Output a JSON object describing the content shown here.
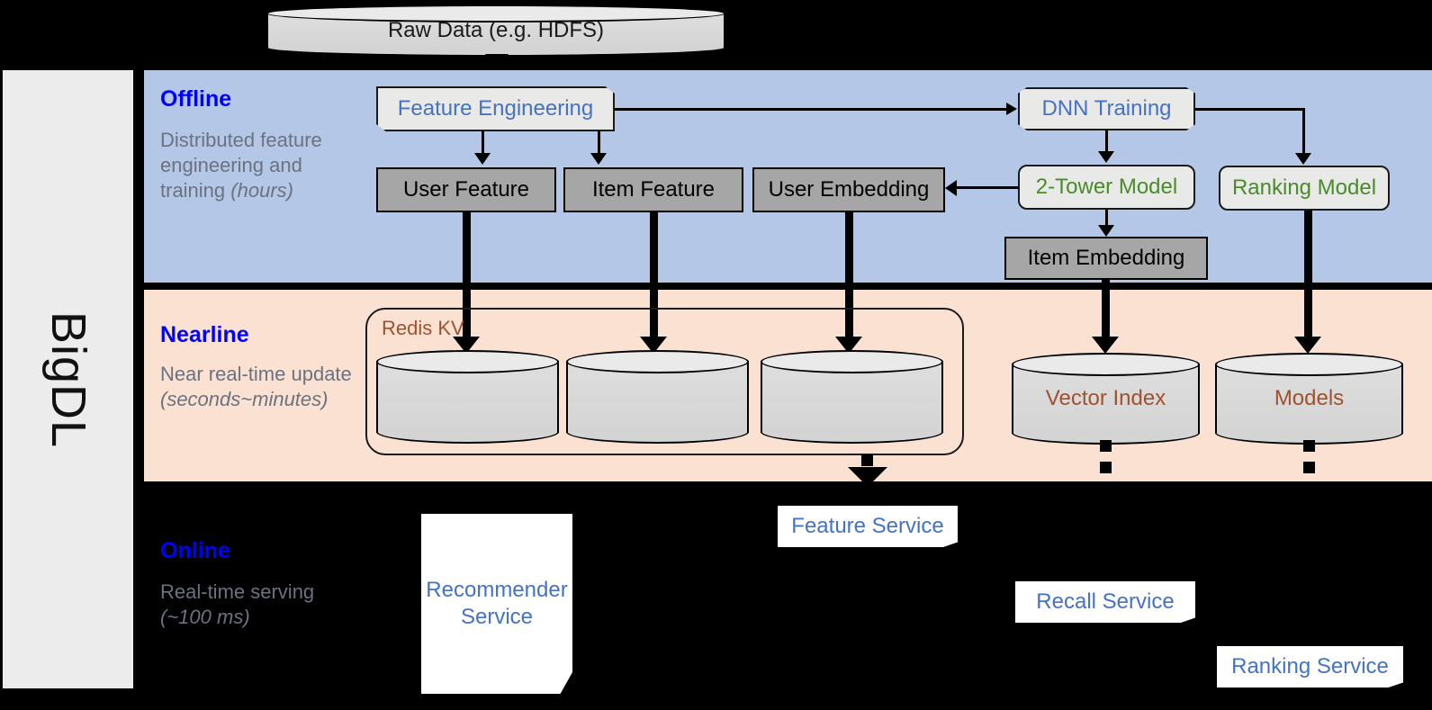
{
  "product": {
    "name": "BigDL"
  },
  "phases": [
    {
      "id": "offline",
      "title": "Offline",
      "desc_line1": "Distributed feature engineering and training ",
      "desc_em": "(hours)"
    },
    {
      "id": "nearline",
      "title": "Nearline",
      "desc_line1": "Near real-time update ",
      "desc_em": "(seconds~minutes)"
    },
    {
      "id": "online",
      "title": "Online",
      "desc_line1": "Real-time serving ",
      "desc_em": "(~100 ms)"
    }
  ],
  "nodes": {
    "raw_data": "Raw Data (e.g. HDFS)",
    "feature_engineering": "Feature Engineering",
    "dnn_training": "DNN Training",
    "user_feature": "User Feature",
    "item_feature": "Item Feature",
    "user_embedding": "User Embedding",
    "two_tower_model": "2-Tower Model",
    "ranking_model": "Ranking Model",
    "item_embedding": "Item Embedding",
    "redis_kv": "Redis KV",
    "vector_index": "Vector Index",
    "models": "Models",
    "feature_service": "Feature Service",
    "recommender_service": "Recommender Service",
    "recall_service": "Recall Service",
    "ranking_service": "Ranking Service"
  },
  "colors": {
    "offline_band": "#b4c7e7",
    "nearline_band": "#fae1d2",
    "sidebar": "#ececec",
    "phase_title": "#0000ff",
    "phase_desc": "#6b7280",
    "process_blue": "#4472c4",
    "model_green": "#4a8b2c",
    "store_brown": "#a0522d",
    "data_box": "#a6a6a6",
    "canvas": "#000000"
  }
}
